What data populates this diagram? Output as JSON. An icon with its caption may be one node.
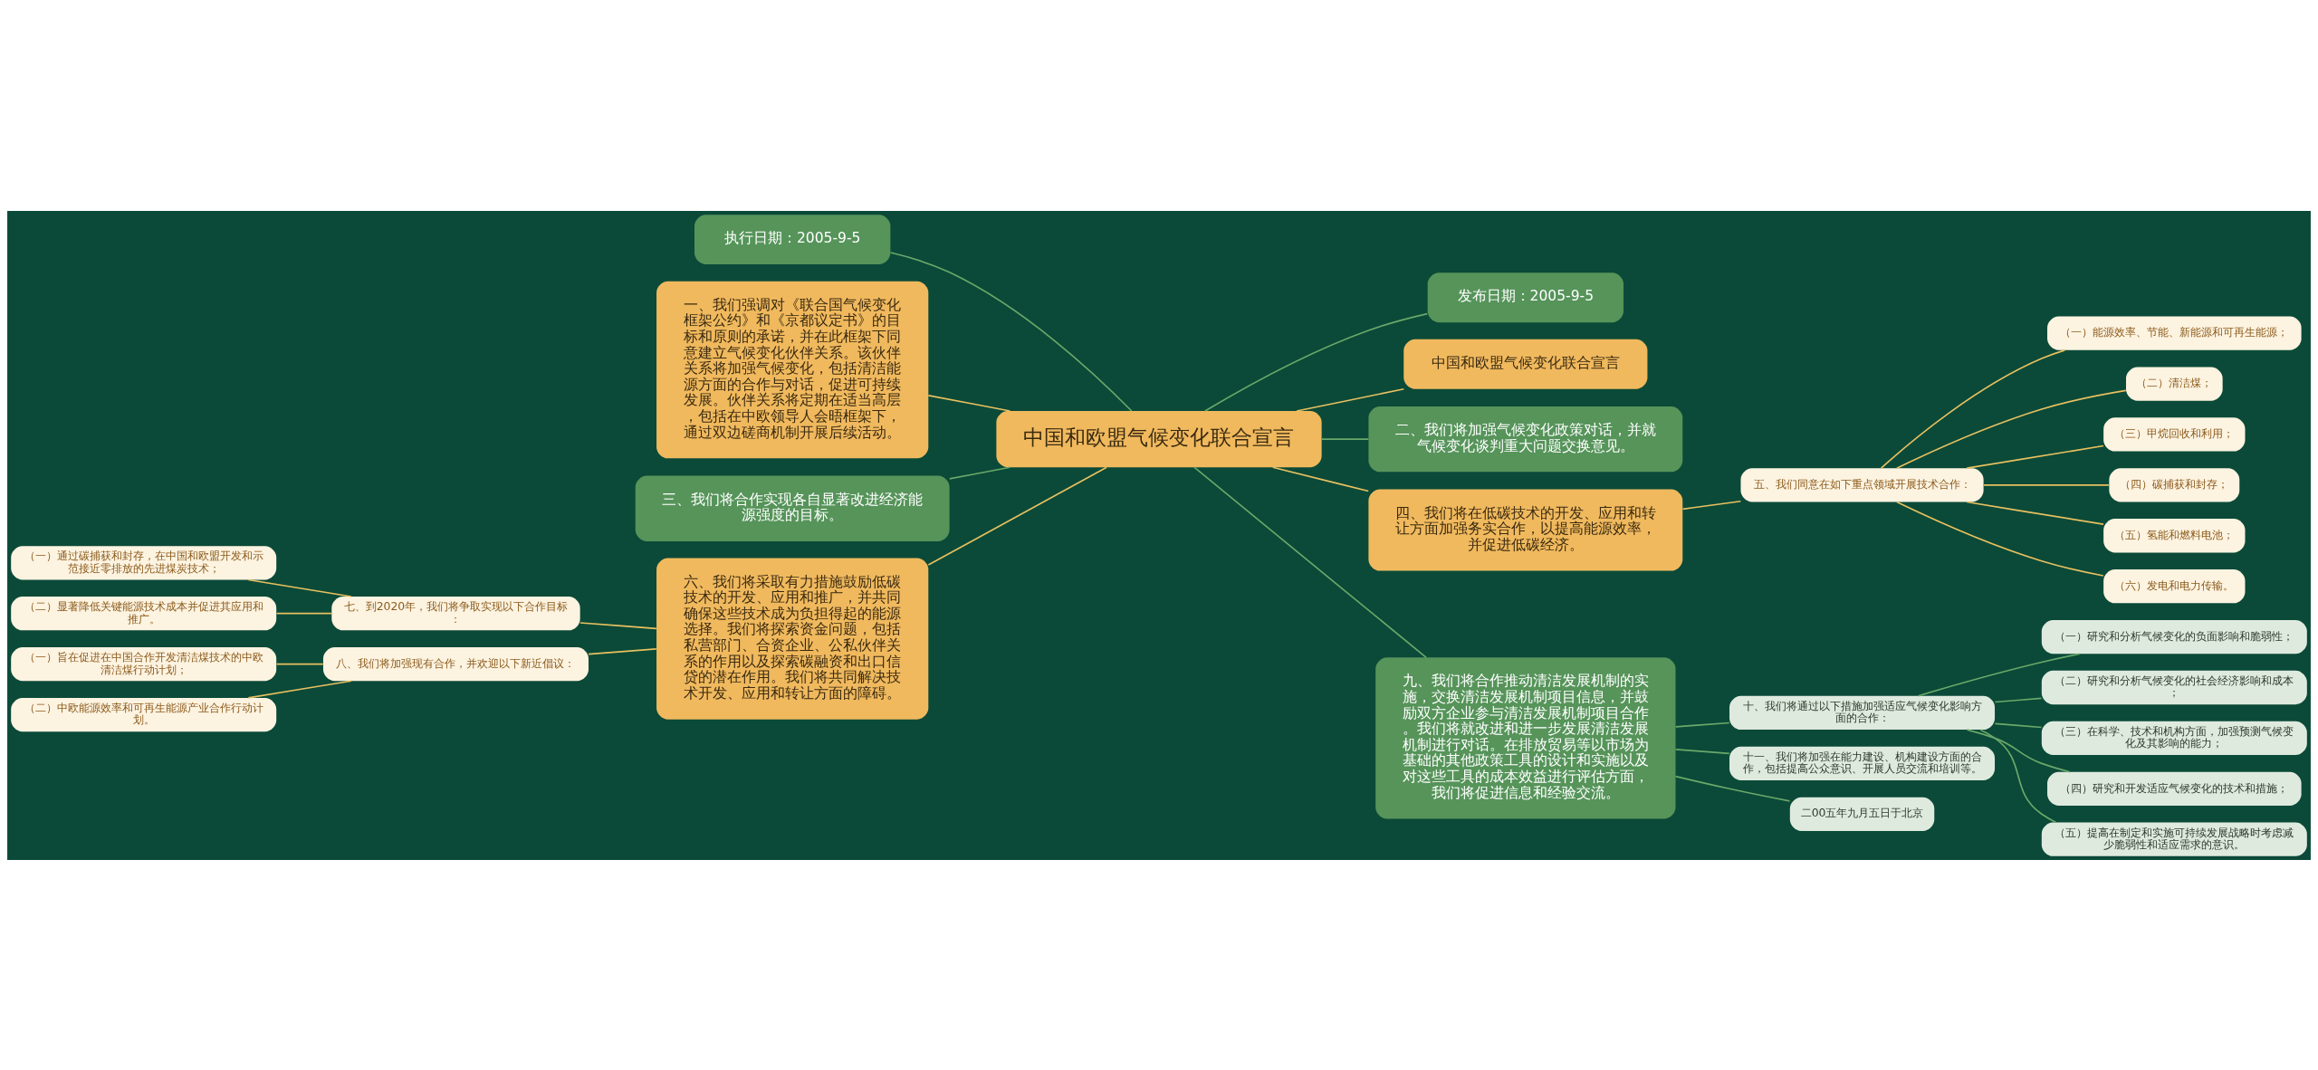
{
  "diagram": {
    "nodes": [
      {
        "text": [
          "中国和欧盟气候变化联合宣言"
        ]
      },
      {
        "text": [
          "发布日期：2005-9-5"
        ]
      },
      {
        "text": [
          "中国和欧盟气候变化联合宣言"
        ]
      },
      {
        "text": [
          "二、我们将加强气候变化政策对话，并就气候变化谈判重大问题交换意见。"
        ]
      },
      {
        "text": [
          "执行日期：2005-9-5"
        ]
      },
      {
        "text": [
          "一、我们强调对《联合国气候变化框架公约》和《京都议定书》的目标和原则的承诺，并在此框架下同意建立气候变化伙伴关系。该伙伴关系将加强气候变化，包括清洁能源方面的合作与对话，促进可持续发展。伙伴关系将定期在适当高层，包括在中欧领导人会晤框架下，通过双边磋商机制开展后续活动。"
        ]
      },
      {
        "text": [
          "四、我们将在低碳技术的开发、应用和转让方面加强务实合作，以提高能源效率，并促进低碳经济。"
        ]
      },
      {
        "text": [
          "五、我们同意在如下重点领域开展技术合作："
        ]
      },
      {
        "text": [
          "（一）能源效率、节能、新能源和可再生能源；"
        ]
      },
      {
        "text": [
          "（二）清洁煤；"
        ]
      },
      {
        "text": [
          "（三）甲烷回收和利用；"
        ]
      },
      {
        "text": [
          "（四）碳捕获和封存；"
        ]
      },
      {
        "text": [
          "（五）氢能和燃料电池；"
        ]
      },
      {
        "text": [
          "（六）发电和电力传输。"
        ]
      },
      {
        "text": [
          "三、我们将合作实现各自显著改进经济能源强度的目标。"
        ]
      },
      {
        "text": [
          "六、我们将采取有力措施鼓励低碳技术的开发、应用和推广，并共同确保这些技术成为负担得起的能源选择。我们将探索资金问题，包括私营部门、合资企业、公私伙伴关系的作用以及探索碳融资和出口信贷的潜在作用。我们将共同解决技术开发、应用和转让方面的障碍。"
        ]
      },
      {
        "text": [
          "七、到2020年，我们将争取实现以下合作目标："
        ]
      },
      {
        "text": [
          "（一）通过碳捕获和封存，在中国和欧盟开发和示范接近零排放的先进煤炭技术；"
        ]
      },
      {
        "text": [
          "（二）显著降低关键能源技术成本并促进其应用和推广。"
        ]
      },
      {
        "text": [
          "八、我们将加强现有合作，并欢迎以下新近倡议："
        ]
      },
      {
        "text": [
          "（一）旨在促进在中国合作开发清洁煤技术的中欧清洁煤行动计划；"
        ]
      },
      {
        "text": [
          "（二）中欧能源效率和可再生能源产业合作行动计划。"
        ]
      },
      {
        "text": [
          "九、我们将合作推动清洁发展机制的实施，交换清洁发展机制项目信息，并鼓励双方企业参与清洁发展机制项目合作。我们将就改进和进一步发展清洁发展机制进行对话。在排放贸易等以市场为基础的其他政策工具的设计和实施以及对这些工具的成本效益进行评估方面，我们将促进信息和经验交流。"
        ]
      },
      {
        "text": [
          "十、我们将通过以下措施加强适应气候变化影响方面的合作："
        ]
      },
      {
        "text": [
          "（一）研究和分析气候变化的负面影响和脆弱性；"
        ]
      },
      {
        "text": [
          "（二）研究和分析气候变化的社会经济影响和成本；"
        ]
      },
      {
        "text": [
          "（三）在科学、技术和机构方面，加强预测气候变化及其影响的能力；"
        ]
      },
      {
        "text": [
          "（四）研究和开发适应气候变化的技术和措施；"
        ]
      },
      {
        "text": [
          "（五）提高在制定和实施可持续发展战略时考虑减少脆弱性和适应需求的意识。"
        ]
      },
      {
        "text": [
          "十一、我们将加强在能力建设、机构建设方面的合作，包括提高公众意识、开展人员交流和培训等。"
        ]
      },
      {
        "text": [
          "二00五年九月五日于北京"
        ]
      }
    ],
    "edges": [
      {
        "from": 0,
        "to": 1,
        "arrow": "none",
        "color": "#6aa86a"
      },
      {
        "from": 0,
        "to": 2,
        "arrow": "none"
      },
      {
        "from": 0,
        "to": 3,
        "arrow": "none",
        "color": "#6aa86a"
      },
      {
        "from": 0,
        "to": 4,
        "arrow": "none",
        "color": "#6aa86a"
      },
      {
        "from": 0,
        "to": 5,
        "arrow": "none"
      },
      {
        "from": 0,
        "to": 6,
        "arrow": "none"
      },
      {
        "from": 6,
        "to": 7,
        "arrow": "none"
      },
      {
        "from": 7,
        "to": 8,
        "arrow": "none"
      },
      {
        "from": 7,
        "to": 9,
        "arrow": "none"
      },
      {
        "from": 7,
        "to": 10,
        "arrow": "none"
      },
      {
        "from": 7,
        "to": 11,
        "arrow": "none"
      },
      {
        "from": 7,
        "to": 12,
        "arrow": "none"
      },
      {
        "from": 7,
        "to": 13,
        "arrow": "none"
      },
      {
        "from": 0,
        "to": 14,
        "arrow": "none",
        "color": "#6aa86a"
      },
      {
        "from": 0,
        "to": 15,
        "arrow": "none"
      },
      {
        "from": 15,
        "to": 16,
        "arrow": "none"
      },
      {
        "from": 16,
        "to": 17,
        "arrow": "none"
      },
      {
        "from": 16,
        "to": 18,
        "arrow": "none"
      },
      {
        "from": 15,
        "to": 19,
        "arrow": "none"
      },
      {
        "from": 19,
        "to": 20,
        "arrow": "none"
      },
      {
        "from": 19,
        "to": 21,
        "arrow": "none"
      },
      {
        "from": 0,
        "to": 22,
        "arrow": "none",
        "color": "#6aa86a"
      },
      {
        "from": 22,
        "to": 23,
        "arrow": "none",
        "color": "#6aa86a"
      },
      {
        "from": 23,
        "to": 24,
        "arrow": "none",
        "color": "#6aa86a"
      },
      {
        "from": 23,
        "to": 25,
        "arrow": "none",
        "color": "#6aa86a"
      },
      {
        "from": 23,
        "to": 26,
        "arrow": "none",
        "color": "#6aa86a"
      },
      {
        "from": 23,
        "to": 27,
        "arrow": "none",
        "color": "#6aa86a"
      },
      {
        "from": 23,
        "to": 28,
        "arrow": "none",
        "color": "#6aa86a"
      },
      {
        "from": 22,
        "to": 29,
        "arrow": "none",
        "color": "#6aa86a"
      },
      {
        "from": 22,
        "to": 30,
        "arrow": "none",
        "color": "#6aa86a"
      }
    ]
  }
}
